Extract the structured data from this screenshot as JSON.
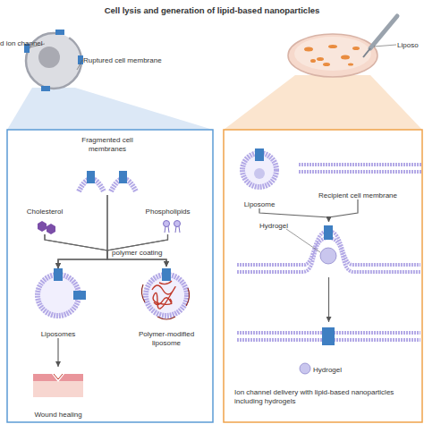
{
  "diagram": {
    "title": "Cell lysis and generation of lipid-based nanoparticles",
    "nodes": [
      {
        "text": [
          "Fragmented cell membranes"
        ]
      },
      {
        "text": [
          "Cholesterol"
        ]
      },
      {
        "text": [
          "Phospholipids"
        ]
      },
      {
        "text": [
          "Liposomes"
        ]
      },
      {
        "text": [
          "Polymer-modified liposome"
        ]
      },
      {
        "text": [
          "Wound healing"
        ]
      },
      {
        "text": [
          "Liposome"
        ]
      },
      {
        "text": [
          "Recipient cell membrane"
        ]
      },
      {
        "text": [
          "Hydrogel"
        ]
      },
      {
        "text": [
          "Hydrogel"
        ]
      }
    ],
    "edges": [
      {
        "from": 0,
        "to": 3,
        "arrow": "to",
        "label": "polymer coating"
      },
      {
        "from": 0,
        "to": 4,
        "arrow": "to"
      },
      {
        "from": 1,
        "to": 3,
        "arrow": "to"
      },
      {
        "from": 1,
        "to": 4,
        "arrow": "to"
      },
      {
        "from": 2,
        "to": 3,
        "arrow": "to"
      },
      {
        "from": 2,
        "to": 4,
        "arrow": "to"
      },
      {
        "from": 3,
        "to": 5,
        "arrow": "to"
      },
      {
        "from": 6,
        "to": 8,
        "arrow": "to"
      },
      {
        "from": 7,
        "to": 8,
        "arrow": "to"
      },
      {
        "from": 8,
        "to": 9,
        "arrow": "to"
      }
    ],
    "labels": [
      "d ion channel",
      "Ruptured cell membrane",
      "Liposo",
      "Ion channel delivery with lipid-based nanoparticles including hydrogels"
    ]
  }
}
